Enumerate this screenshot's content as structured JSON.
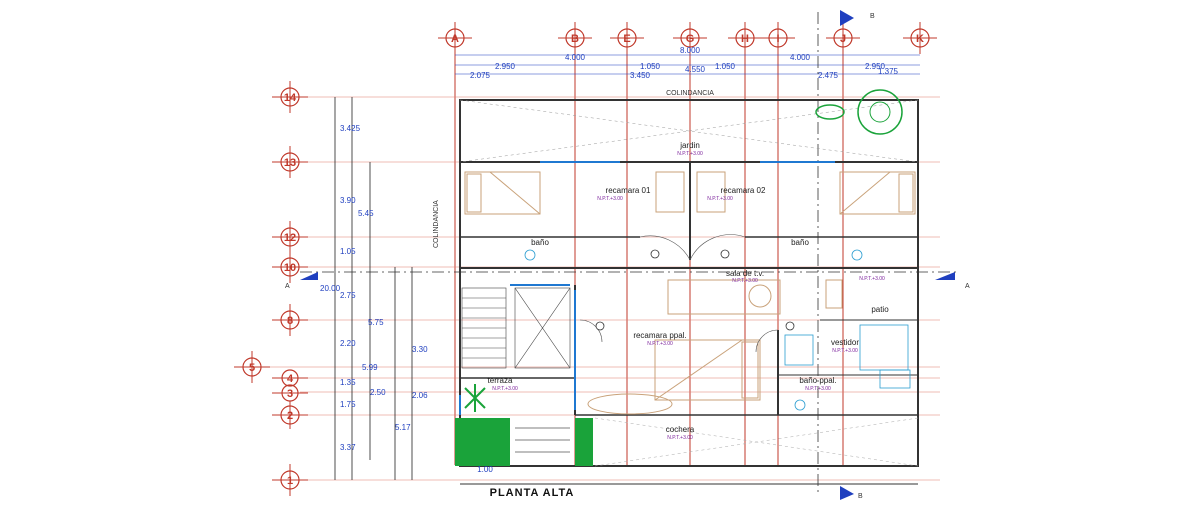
{
  "plan": {
    "title": "PLANTA ALTA",
    "neighbor_label": "COLINDANCIA",
    "neighbor_side_label": "COLINDANCIA",
    "bottom_dim": "1.00"
  },
  "column_axes": [
    "A",
    "B",
    "E",
    "G",
    "H",
    "I",
    "J",
    "K"
  ],
  "row_axes": [
    "14",
    "13",
    "12",
    "10",
    "8",
    "5",
    "4",
    "3",
    "2",
    "1"
  ],
  "section_marks": {
    "a_left": "A",
    "a_right": "A",
    "b_top": "B",
    "b_bottom": "B"
  },
  "top_dims": {
    "row1": [
      "4.000",
      "8.000",
      "4.000"
    ],
    "row2": [
      "2.950",
      "1.050",
      "1.050",
      "2.950"
    ],
    "row3": [
      "2.075",
      "3.450",
      "4.550",
      "2.475",
      "1.375"
    ]
  },
  "left_dims": {
    "total": "20.00",
    "outer": [
      "3.425",
      "3.90",
      "1.05",
      "2.75",
      "2.20",
      "1.35",
      "1.75",
      "3.37"
    ],
    "mid": [
      "5.45",
      "5.75",
      "5.99",
      "5.17",
      "2.50"
    ],
    "inner": [
      "3.30",
      "2.06"
    ]
  },
  "rooms": {
    "jardin": "jardin",
    "recamara_01": "recamara 01",
    "recamara_02": "recamara 02",
    "bano_left": "baño",
    "bano_right": "baño",
    "sala_tv": "sala de t.v.",
    "recamara_ppal": "recamara ppal.",
    "vestidor": "vestidor",
    "bano_ppal": "baño ppal.",
    "patio": "patio",
    "terraza": "terraza",
    "cochera": "cochera"
  },
  "area_tag": "N.P.T.+3.00",
  "colors": {
    "axis_red": "#c0392b",
    "dim_blue": "#1f3fbf",
    "wall": "#333333",
    "garden_green": "#1aa33a",
    "furniture": "#c9a27a",
    "tag_purple": "#7a1f9a"
  }
}
